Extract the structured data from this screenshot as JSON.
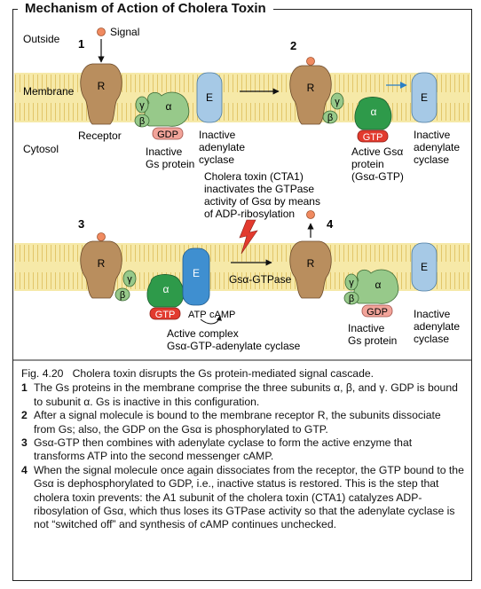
{
  "title": "Mechanism of Action of Cholera Toxin",
  "panels": {
    "p1": "1",
    "p2": "2",
    "p3": "3",
    "p4": "4"
  },
  "labels": {
    "outside": "Outside",
    "membrane": "Membrane",
    "cytosol": "Cytosol",
    "signal": "Signal",
    "receptor": "Receptor",
    "inactive_gs_1": "Inactive",
    "inactive_gs_2": "Gs protein",
    "inactive_ac_1": "Inactive",
    "inactive_ac_2": "adenylate",
    "inactive_ac_3": "cyclase",
    "active_gsa_1": "Active Gsα",
    "active_gsa_2": "protein",
    "active_gsa_3": "(Gsα-GTP)",
    "toxin_1": "Cholera toxin (CTA1)",
    "toxin_2": "inactivates the GTPase",
    "toxin_3": "activity of Gsα by means",
    "toxin_4": "of ADP-ribosylation",
    "gtpase": "Gsα-GTPase",
    "atp": "ATP",
    "camp": "cAMP",
    "complex_1": "Active complex",
    "complex_2": "Gsα-GTP-adenylate cyclase",
    "inactive_gs_b1": "Inactive",
    "inactive_gs_b2": "Gs protein",
    "inactive_ac_b1": "Inactive",
    "inactive_ac_b2": "adenylate",
    "inactive_ac_b3": "cyclase"
  },
  "symbols": {
    "R": "R",
    "E": "E",
    "alpha": "α",
    "beta": "β",
    "gamma": "γ",
    "GDP": "GDP",
    "GTP": "GTP"
  },
  "caption": {
    "fig": "Fig. 4.20",
    "headline": "Cholera toxin disrupts the Gs protein-mediated signal cascade.",
    "items": [
      {
        "n": "1",
        "text": "The Gs proteins in the membrane comprise the three subunits α, β, and γ. GDP is bound to subunit α. Gs is inactive in this configuration."
      },
      {
        "n": "2",
        "text": "After a signal molecule is bound to the membrane receptor R, the subunits dissociate from Gs; also, the GDP on the Gsα is phosphorylated to GTP."
      },
      {
        "n": "3",
        "text": "Gsα-GTP then combines with adenylate cyclase to form the active enzyme that transforms ATP into the second messenger cAMP."
      },
      {
        "n": "4",
        "text": "When the signal molecule once again dissociates from the receptor, the GTP bound to the Gsα is dephosphorylated to GDP, i.e., inactive status is restored. This is the step that cholera toxin prevents: the A1 subunit of the cholera toxin (CTA1) catalyzes ADP-ribosylation of Gsα, which thus loses its GTPase activity so that the adenylate cyclase is not “switched off” and synthesis of cAMP continues unchecked."
      }
    ]
  },
  "colors": {
    "membrane": "#f6e9a8",
    "receptor": "#b98e5e",
    "gprotein": "#97c98a",
    "alpha_active": "#2e9a4a",
    "gdp": "#f2a49a",
    "gtp": "#e23a2e",
    "cyclase_inactive": "#a6c9e6",
    "cyclase_active": "#3f8fd0",
    "signal": "#f08a60"
  }
}
